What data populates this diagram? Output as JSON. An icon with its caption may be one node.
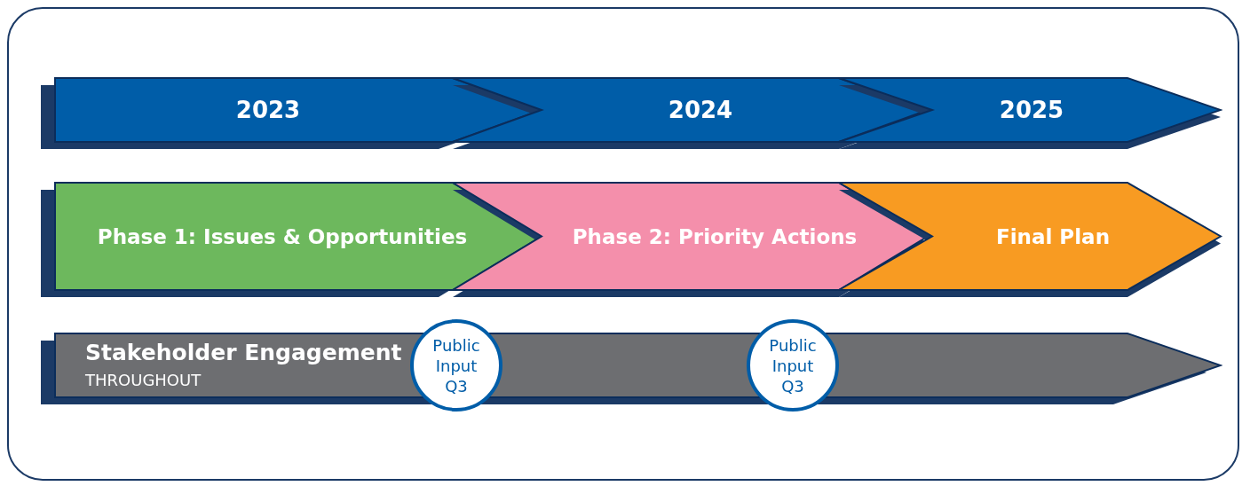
{
  "diagram": {
    "nodes": [
      {
        "text": [
          "2023"
        ]
      },
      {
        "text": [
          "2024"
        ]
      },
      {
        "text": [
          "2025"
        ]
      },
      {
        "text": [
          "Phase 1: Issues & Opportunities"
        ]
      },
      {
        "text": [
          "Phase 2: Priority Actions"
        ]
      },
      {
        "text": [
          "Final Plan"
        ]
      },
      {
        "text": [
          "Stakeholder Engagement",
          "THROUGHOUT"
        ]
      },
      {
        "text": [
          "Public Input Q3"
        ]
      },
      {
        "text": [
          "Public Input Q3"
        ]
      }
    ],
    "edges": []
  }
}
